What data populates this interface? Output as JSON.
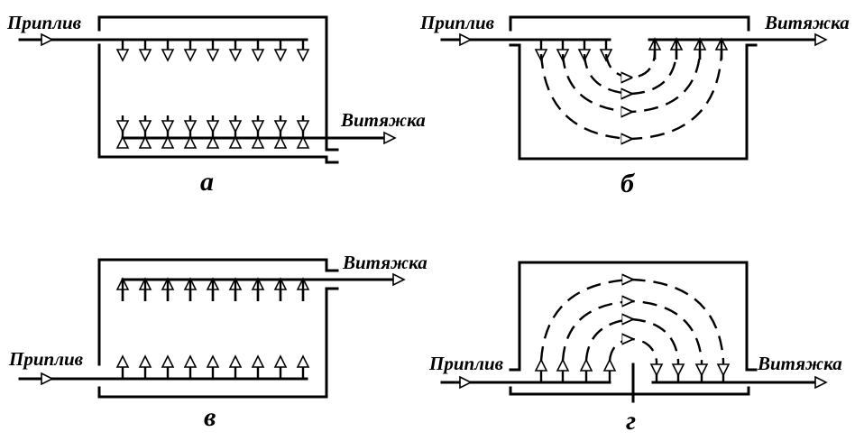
{
  "labels": {
    "supply": "Приплив",
    "exhaust": "Витяжка"
  },
  "panels": [
    {
      "id": "a",
      "caption": "а",
      "scheme": "top supply, bottom exhaust"
    },
    {
      "id": "b",
      "caption": "б",
      "scheme": "top supply, top exhaust"
    },
    {
      "id": "v",
      "caption": "в",
      "scheme": "bottom supply, top exhaust"
    },
    {
      "id": "g",
      "caption": "г",
      "scheme": "bottom supply, bottom exhaust"
    }
  ],
  "colors": {
    "ink": "#000000",
    "background": "#ffffff"
  }
}
